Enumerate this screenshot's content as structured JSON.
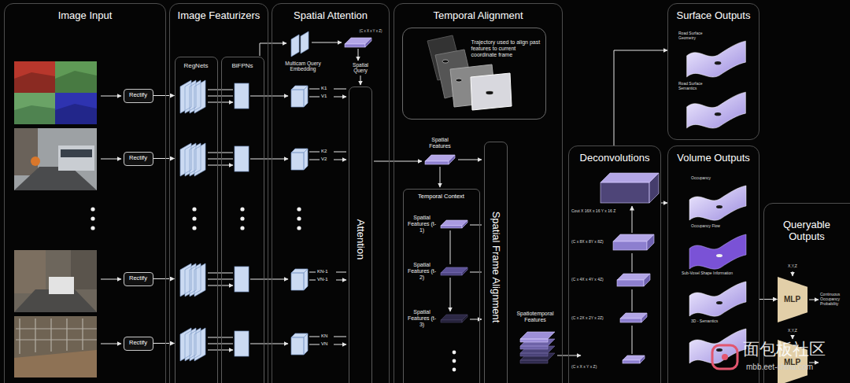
{
  "diagram": {
    "nodes": [
      {
        "text": [
          "Image Input"
        ]
      },
      {
        "text": [
          "Rectify"
        ],
        "in": 0
      },
      {
        "text": [
          "Rectify"
        ],
        "in": 0
      },
      {
        "text": [
          "Rectify"
        ],
        "in": 0
      },
      {
        "text": [
          "Rectify"
        ],
        "in": 0
      },
      {
        "text": [
          "Image Featurizers"
        ]
      },
      {
        "text": [
          "RegNets"
        ],
        "in": 5
      },
      {
        "text": [
          "BiFPNs"
        ],
        "in": 5
      },
      {
        "text": [
          "Spatial Attention"
        ]
      },
      {
        "text": [
          "Attention"
        ],
        "in": 8
      },
      {
        "text": [
          "Temporal Alignment"
        ]
      },
      {
        "text": [
          "Trajectory used to align past features to current coordinate frame"
        ],
        "in": 10
      },
      {
        "text": [
          "Temporal Context"
        ],
        "in": 10
      },
      {
        "text": [
          "Spatial Frame Alignment"
        ],
        "in": 10
      },
      {
        "text": [
          "Deconvolutions"
        ]
      },
      {
        "text": [
          "Surface Outputs"
        ]
      },
      {
        "text": [
          "Volume Outputs"
        ]
      },
      {
        "text": [
          "Queryable Outputs"
        ]
      },
      {
        "text": [
          "MLP"
        ],
        "in": 17
      },
      {
        "text": [
          "MLP"
        ],
        "in": 17
      }
    ],
    "edges": [
      {
        "from": 1,
        "to": 6,
        "arrow": "to"
      },
      {
        "from": 2,
        "to": 6,
        "arrow": "to"
      },
      {
        "from": 3,
        "to": 6,
        "arrow": "to"
      },
      {
        "from": 4,
        "to": 6,
        "arrow": "to"
      },
      {
        "from": 14,
        "to": 15,
        "arrow": "to"
      },
      {
        "from": 14,
        "to": 16,
        "arrow": "to"
      },
      {
        "from": 16,
        "to": 18,
        "arrow": "to"
      }
    ],
    "labels": [
      "Multicam Query Embedding",
      "(C x X x Y x Z)",
      "Spatial Query",
      "K1",
      "V1",
      "K2",
      "V2",
      "KN-1",
      "VN-1",
      "KN",
      "VN",
      "Spatial Features",
      "Spatial Features (t-1)",
      "Spatial Features (t-2)",
      "Spatial Features (t-3)",
      "Spatiotemporal Features",
      "Cout X 16X x 16 Y x 16 Z",
      "(C x 8X x 8Y x 8Z)",
      "(C x 4X x 4Y x 4Z)",
      "(C x 2X x 2Y x 2Z)",
      "(C x X x Y x Z)",
      "Road Surface Geometry",
      "Road Surface Semantics",
      "Occupancy",
      "Occupancy Flow",
      "Sub-Voxel Shape Information",
      "3D - Semantics",
      "X,Y,Z",
      "Continuous Occupancy Probability",
      "X,Y,Z",
      "面包板社区",
      "mbb.eet-china.com"
    ]
  }
}
